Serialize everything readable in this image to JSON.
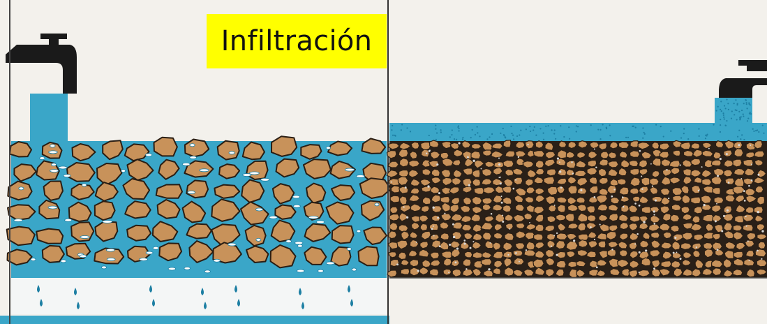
{
  "label": {
    "text": "Infiltración",
    "background": "#ffff00"
  },
  "colors": {
    "water": "#3aa6c8",
    "water_dark": "#1d7fa3",
    "rock": "#c8925a",
    "rock_outline": "#2a1e14",
    "paper": "#f3f1ec",
    "tap": "#1a1a1a"
  },
  "panels": [
    {
      "name": "coarse-soil",
      "description_icon": "faucet-icon"
    },
    {
      "name": "fine-soil",
      "description_icon": "faucet-icon"
    }
  ]
}
